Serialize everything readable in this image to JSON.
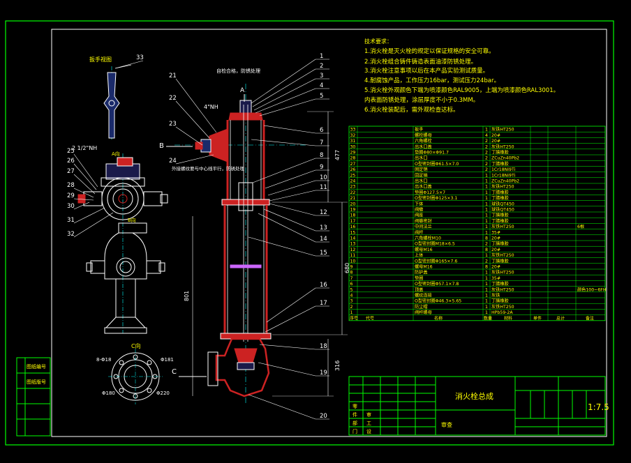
{
  "tech_requirements": {
    "heading": "技术要求：",
    "lines": [
      "1.消火栓是灭火栓的规定以保证规格的安全可靠。",
      "2.消火栓组合铸件铸造表面油漆防锈处理。",
      "3.消火栓注意事项以后在本产品实验测试质量。",
      "4.耐腐蚀产品，工作压力16bar，测试压力24bar。",
      "5.消火栓外观颜色下端为喷漆颜色RAL9005，上端为喷漆颜色RAL3001。",
      "内表面防锈处理，涂层厚度不小于0.3MM。",
      "6.消火栓装配后，需外观检查达标。"
    ]
  },
  "title_block": {
    "drawing_title": "消火栓总成",
    "scale": "1:7.5",
    "left_labels": [
      "零",
      "件",
      "部",
      "门",
      "审",
      "工",
      "设"
    ],
    "bottom_label": "审查"
  },
  "left_strip": [
    "图纸编号",
    "图纸版号",
    "",
    "",
    ""
  ],
  "views": {
    "handle_title": "扳手视图",
    "c_view": "C向",
    "a_mark": "A",
    "b_mark": "B",
    "c_mark": "C",
    "a_view_small": "A向",
    "b_view_small": "B向",
    "note_center": "自检合格，防锈处理",
    "note_side": "外接螺纹要与中心线平行，防锈处理",
    "thread_4nh": "4\"NH",
    "thread_212nh": "2 1/2\"NH",
    "c_dims": [
      "8-Φ18",
      "Φ181",
      "Φ180",
      "Φ220"
    ],
    "dims": [
      "477",
      "680",
      "801",
      "316"
    ]
  },
  "callouts": [
    "1",
    "2",
    "3",
    "4",
    "5",
    "6",
    "7",
    "8",
    "9",
    "10",
    "11",
    "12",
    "13",
    "14",
    "15",
    "16",
    "17",
    "18",
    "19",
    "20",
    "21",
    "22",
    "23",
    "24",
    "25",
    "26",
    "27",
    "28",
    "29",
    "30",
    "31",
    "32",
    "33"
  ],
  "bom": {
    "rows": [
      {
        "no": "33",
        "name": "扳手",
        "qty": "1",
        "mat": "灰铁HT250",
        "note": ""
      },
      {
        "no": "32",
        "name": "螺栓螺母",
        "qty": "4",
        "mat": "20#",
        "note": ""
      },
      {
        "no": "31",
        "name": "六角螺栓",
        "qty": "2",
        "mat": "20#",
        "note": ""
      },
      {
        "no": "30",
        "name": "出水口盖",
        "qty": "2",
        "mat": "灰铁HT250",
        "note": ""
      },
      {
        "no": "29",
        "name": "垫圈Φ80×Φ91.7",
        "qty": "2",
        "mat": "丁腈橡胶",
        "note": ""
      },
      {
        "no": "28",
        "name": "出水口",
        "qty": "2",
        "mat": "ZCuZn40Pb2",
        "note": ""
      },
      {
        "no": "27",
        "name": "O型密封圈Φ61.5×7.0",
        "qty": "2",
        "mat": "丁腈橡胶",
        "note": ""
      },
      {
        "no": "26",
        "name": "固定销",
        "qty": "2",
        "mat": "1Cr18Ni9Ti",
        "note": ""
      },
      {
        "no": "25",
        "name": "固定销",
        "qty": "1",
        "mat": "1Cr18Ni9Ti",
        "note": ""
      },
      {
        "no": "24",
        "name": "出水口",
        "qty": "1",
        "mat": "ZCuZn40Pb2",
        "note": ""
      },
      {
        "no": "23",
        "name": "出水口盖",
        "qty": "1",
        "mat": "灰铁HT250",
        "note": ""
      },
      {
        "no": "22",
        "name": "垫圈Φ127.5×7",
        "qty": "1",
        "mat": "丁腈橡胶",
        "note": ""
      },
      {
        "no": "21",
        "name": "O型密封圈Φ125×3.1",
        "qty": "1",
        "mat": "丁腈橡胶",
        "note": ""
      },
      {
        "no": "20",
        "name": "下体",
        "qty": "1",
        "mat": "球铁QT450",
        "note": ""
      },
      {
        "no": "19",
        "name": "阀瓣",
        "qty": "1",
        "mat": "球铁QT450",
        "note": ""
      },
      {
        "no": "18",
        "name": "阀座",
        "qty": "1",
        "mat": "丁腈橡胶",
        "note": ""
      },
      {
        "no": "17",
        "name": "阀瓣密封",
        "qty": "1",
        "mat": "丁腈橡胶",
        "note": ""
      },
      {
        "no": "16",
        "name": "中间法兰",
        "qty": "1",
        "mat": "灰铁HT250",
        "note": "6根"
      },
      {
        "no": "15",
        "name": "阀杆",
        "qty": "1",
        "mat": "35#",
        "note": ""
      },
      {
        "no": "14",
        "name": "六角螺栓M10",
        "qty": "8",
        "mat": "20#",
        "note": ""
      },
      {
        "no": "13",
        "name": "O型密封圈M18×6.5",
        "qty": "2",
        "mat": "丁腈橡胶",
        "note": ""
      },
      {
        "no": "12",
        "name": "螺母M16",
        "qty": "8",
        "mat": "20#",
        "note": ""
      },
      {
        "no": "11",
        "name": "上体",
        "qty": "1",
        "mat": "灰铁HT250",
        "note": ""
      },
      {
        "no": "10",
        "name": "O型密封圈Φ165×7.6",
        "qty": "2",
        "mat": "丁腈橡胶",
        "note": ""
      },
      {
        "no": "9",
        "name": "螺母M16",
        "qty": "8",
        "mat": "20#",
        "note": ""
      },
      {
        "no": "8",
        "name": "防护盖",
        "qty": "1",
        "mat": "灰铁HT250",
        "note": ""
      },
      {
        "no": "7",
        "name": "垫圈",
        "qty": "1",
        "mat": "35#",
        "note": ""
      },
      {
        "no": "6",
        "name": "O型密封圈Φ57.1×7.8",
        "qty": "1",
        "mat": "丁腈橡胶",
        "note": ""
      },
      {
        "no": "5",
        "name": "顶盖",
        "qty": "1",
        "mat": "灰铁HT250",
        "note": "颜色100~6FH"
      },
      {
        "no": "4",
        "name": "螺纹连接",
        "qty": "1",
        "mat": "灰铁",
        "note": ""
      },
      {
        "no": "3",
        "name": "O型密封圈Φ46.3×5.65",
        "qty": "1",
        "mat": "丁腈橡胶",
        "note": ""
      },
      {
        "no": "2",
        "name": "防尘帽",
        "qty": "1",
        "mat": "灰铁HT250",
        "note": ""
      },
      {
        "no": "1",
        "name": "阀杆螺母",
        "qty": "1",
        "mat": "HPb59-2A",
        "note": ""
      }
    ],
    "header": [
      "序号",
      "代号",
      "名称",
      "数量",
      "材料",
      "单件",
      "总计",
      "备注"
    ]
  },
  "colors": {
    "frame": "#00ff00",
    "text": "#ffff00",
    "body": "#cc2222",
    "lines": "#ffffff",
    "axis": "#00ffff"
  }
}
